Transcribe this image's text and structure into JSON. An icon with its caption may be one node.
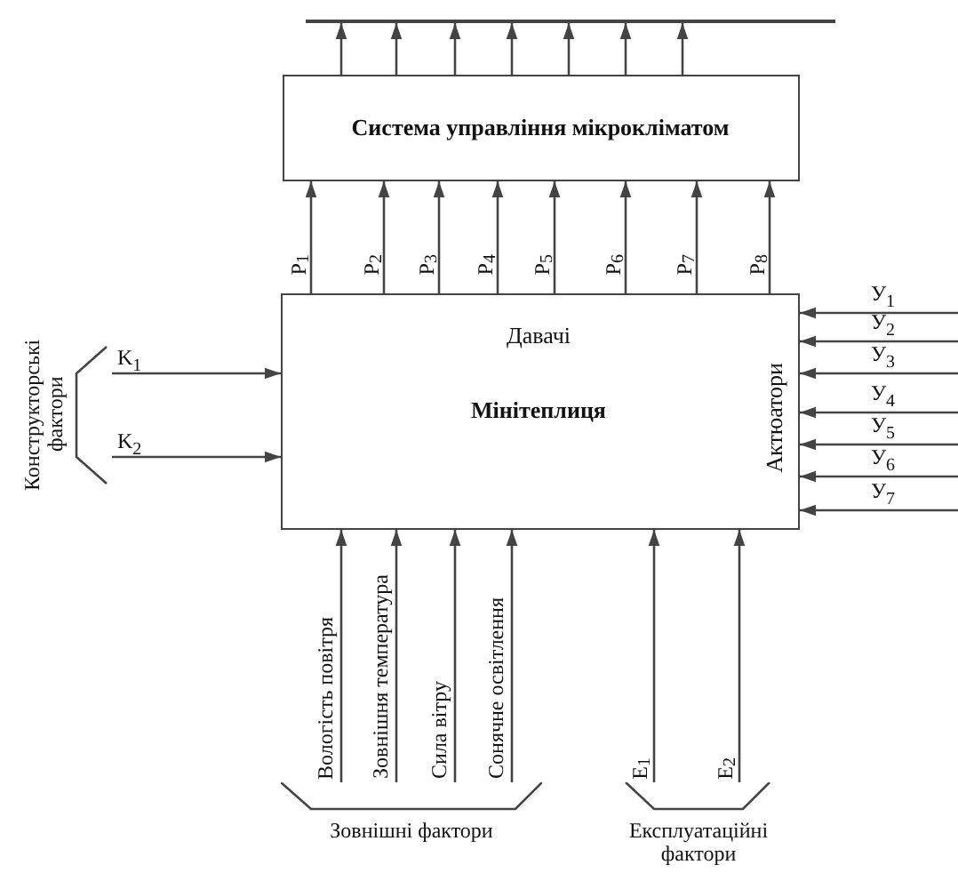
{
  "diagram": {
    "nodes": [
      {
        "text": [
          "Система управління мікрокліматом"
        ]
      },
      {
        "text": [
          "Давачі",
          "Мінітеплиця",
          "Актюатори"
        ]
      },
      {
        "text": [],
        "shape": "bar"
      },
      {
        "text": [
          "Конструкторські фактори"
        ]
      },
      {
        "text": [
          "Зовнішні фактори"
        ]
      },
      {
        "text": [
          "Експлуатаційні фактори"
        ]
      }
    ],
    "edges": [
      {
        "from": 1,
        "to": 0,
        "arrow": "to",
        "label": "P$_{1}$"
      },
      {
        "from": 1,
        "to": 0,
        "arrow": "to",
        "label": "P$_{2}$"
      },
      {
        "from": 1,
        "to": 0,
        "arrow": "to",
        "label": "P$_{3}$"
      },
      {
        "from": 1,
        "to": 0,
        "arrow": "to",
        "label": "P$_{4}$"
      },
      {
        "from": 1,
        "to": 0,
        "arrow": "to",
        "label": "P$_{5}$"
      },
      {
        "from": 1,
        "to": 0,
        "arrow": "to",
        "label": "P$_{6}$"
      },
      {
        "from": 1,
        "to": 0,
        "arrow": "to",
        "label": "P$_{7}$"
      },
      {
        "from": 1,
        "to": 0,
        "arrow": "to",
        "label": "P$_{8}$"
      },
      {
        "from": 0,
        "to": 2,
        "arrow": "to"
      },
      {
        "from": 0,
        "to": 2,
        "arrow": "to"
      },
      {
        "from": 0,
        "to": 2,
        "arrow": "to"
      },
      {
        "from": 0,
        "to": 2,
        "arrow": "to"
      },
      {
        "from": 0,
        "to": 2,
        "arrow": "to"
      },
      {
        "from": 0,
        "to": 2,
        "arrow": "to"
      },
      {
        "from": 0,
        "to": 2,
        "arrow": "to"
      },
      {
        "from": 3,
        "to": 1,
        "arrow": "to",
        "label": "K$_{1}$"
      },
      {
        "from": 3,
        "to": 1,
        "arrow": "to",
        "label": "K$_{2}$"
      },
      {
        "from": null,
        "to": 1,
        "arrow": "to",
        "label": "У$_{1}$"
      },
      {
        "from": null,
        "to": 1,
        "arrow": "to",
        "label": "У$_{2}$"
      },
      {
        "from": null,
        "to": 1,
        "arrow": "to",
        "label": "У$_{3}$"
      },
      {
        "from": null,
        "to": 1,
        "arrow": "to",
        "label": "У$_{4}$"
      },
      {
        "from": null,
        "to": 1,
        "arrow": "to",
        "label": "У$_{5}$"
      },
      {
        "from": null,
        "to": 1,
        "arrow": "to",
        "label": "У$_{6}$"
      },
      {
        "from": null,
        "to": 1,
        "arrow": "to",
        "label": "У$_{7}$"
      },
      {
        "from": 4,
        "to": 1,
        "arrow": "to",
        "label": "Вологість повітря"
      },
      {
        "from": 4,
        "to": 1,
        "arrow": "to",
        "label": "Зовнішня температура"
      },
      {
        "from": 4,
        "to": 1,
        "arrow": "to",
        "label": "Сила вітру"
      },
      {
        "from": 4,
        "to": 1,
        "arrow": "to",
        "label": "Сонячне освітлення"
      },
      {
        "from": 5,
        "to": 1,
        "arrow": "to",
        "label": "E$_{1}$"
      },
      {
        "from": 5,
        "to": 1,
        "arrow": "to",
        "label": "E$_{2}$"
      }
    ]
  }
}
